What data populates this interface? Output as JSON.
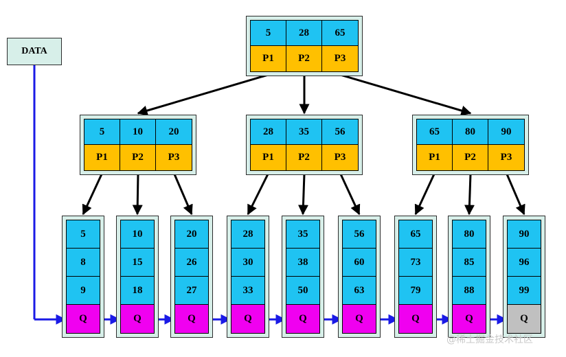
{
  "data_label": "DATA",
  "root": {
    "keys": [
      "5",
      "28",
      "65"
    ],
    "pointers": [
      "P1",
      "P2",
      "P3"
    ]
  },
  "internal": [
    {
      "keys": [
        "5",
        "10",
        "20"
      ],
      "pointers": [
        "P1",
        "P2",
        "P3"
      ]
    },
    {
      "keys": [
        "28",
        "35",
        "56"
      ],
      "pointers": [
        "P1",
        "P2",
        "P3"
      ]
    },
    {
      "keys": [
        "65",
        "80",
        "90"
      ],
      "pointers": [
        "P1",
        "P2",
        "P3"
      ]
    }
  ],
  "leaves": [
    {
      "keys": [
        "5",
        "8",
        "9"
      ],
      "link": "Q"
    },
    {
      "keys": [
        "10",
        "15",
        "18"
      ],
      "link": "Q"
    },
    {
      "keys": [
        "20",
        "26",
        "27"
      ],
      "link": "Q"
    },
    {
      "keys": [
        "28",
        "30",
        "33"
      ],
      "link": "Q"
    },
    {
      "keys": [
        "35",
        "38",
        "50"
      ],
      "link": "Q"
    },
    {
      "keys": [
        "56",
        "60",
        "63"
      ],
      "link": "Q"
    },
    {
      "keys": [
        "65",
        "73",
        "79"
      ],
      "link": "Q"
    },
    {
      "keys": [
        "80",
        "85",
        "88"
      ],
      "link": "Q"
    },
    {
      "keys": [
        "90",
        "96",
        "99"
      ],
      "link": "Q"
    }
  ],
  "colors": {
    "key_cell": "#1fc3f2",
    "pointer_cell": "#ffc000",
    "link_cell": "#f000f0",
    "last_link_cell": "#c0c0c0",
    "tree_arrow": "#000000",
    "data_arrow": "#1a1ae6"
  },
  "watermark": "@稀土掘金技术社区"
}
